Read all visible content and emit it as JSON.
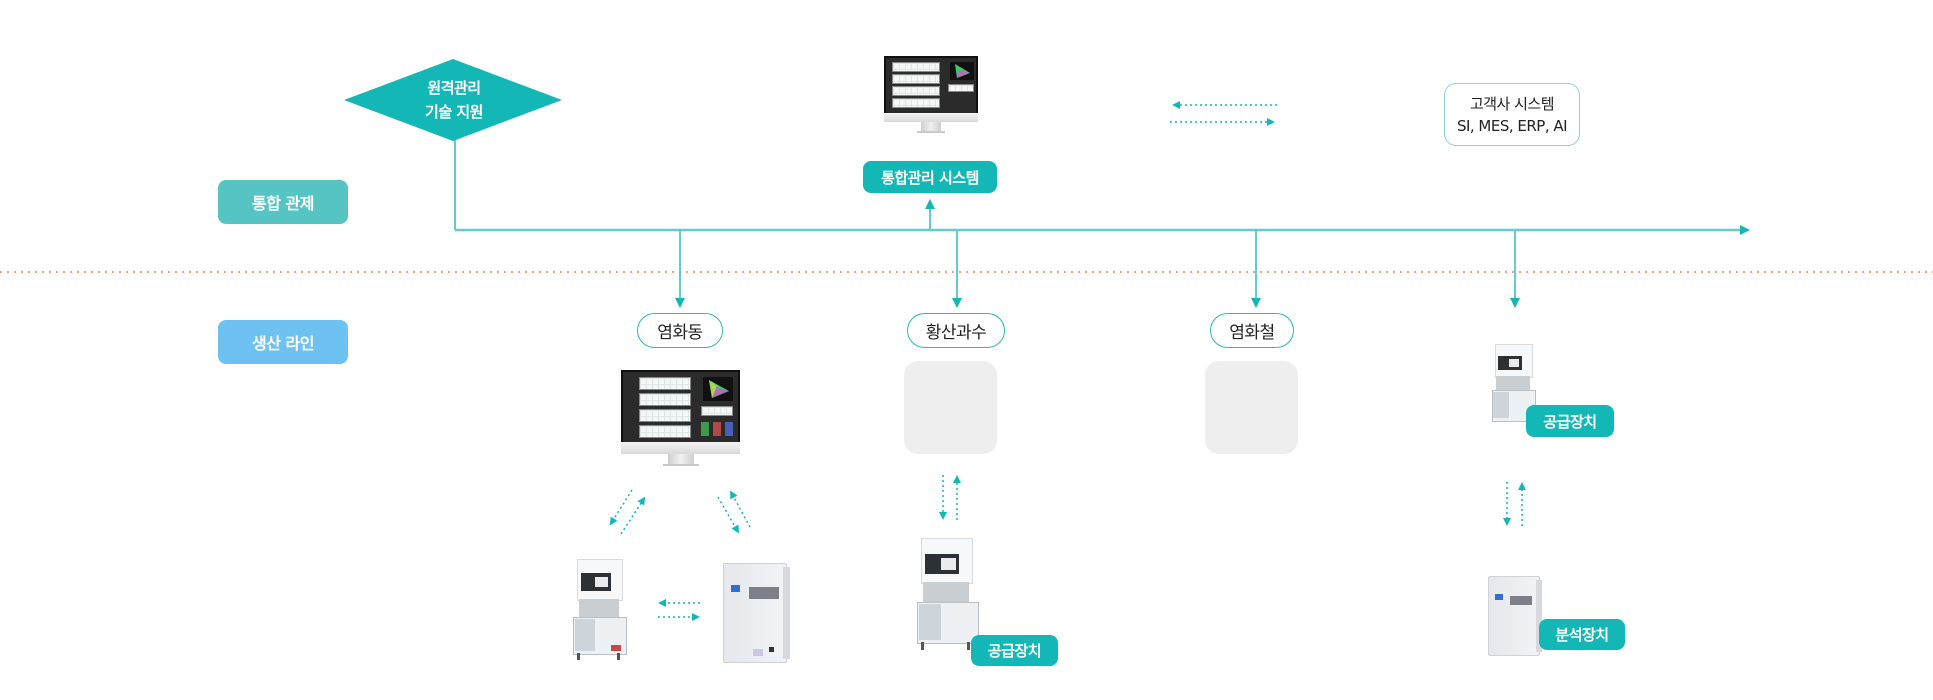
{
  "sections": {
    "control": "통합 관제",
    "production": "생산 라인"
  },
  "remote_support": {
    "line1": "원격관리",
    "line2": "기술 지원"
  },
  "integrated_system": {
    "label": "통합관리 시스템",
    "icon": "monitor-icon"
  },
  "customer_system": {
    "line1": "고객사 시스템",
    "line2": "SI, MES, ERP, AI"
  },
  "lines": [
    {
      "name": "염화동",
      "devices": [
        "monitor",
        "supply-unit",
        "analyzer-unit"
      ]
    },
    {
      "name": "황산과수",
      "devices": [
        "placeholder",
        "supply-unit"
      ],
      "supply_label": "공급장치"
    },
    {
      "name": "염화철",
      "devices": [
        "placeholder"
      ]
    },
    {
      "name": "",
      "devices": [
        "supply-unit",
        "analyzer-unit"
      ],
      "supply_label": "공급장치",
      "analyzer_label": "분석장치"
    }
  ],
  "colors": {
    "teal": "#13b7b5",
    "teal_line": "#5fcfcd",
    "control_badge": "#55c4c2",
    "production_badge": "#6ec2f2",
    "divider": "#f3a27e",
    "placeholder": "#eeeeee"
  }
}
